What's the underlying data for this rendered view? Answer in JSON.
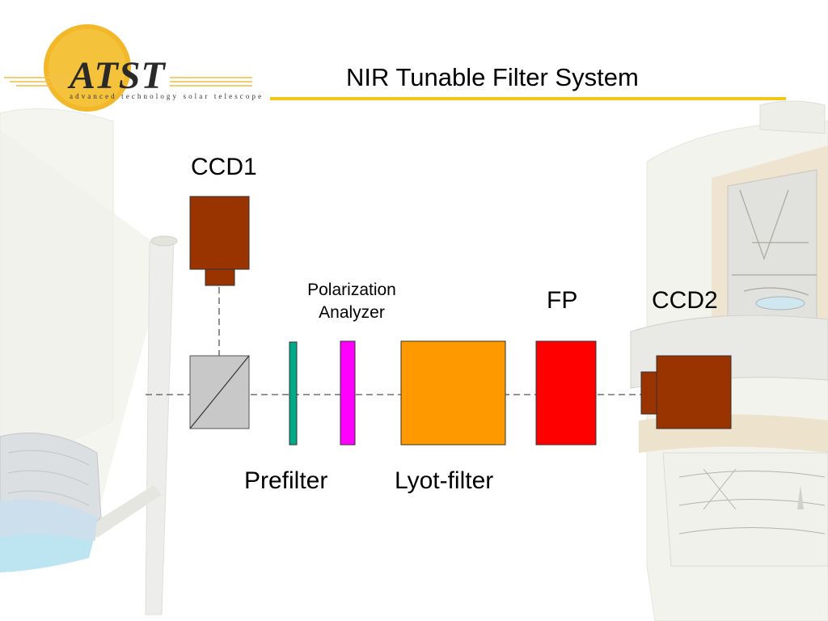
{
  "slide": {
    "title": "NIR Tunable Filter System"
  },
  "logo": {
    "mark": "ATST",
    "tagline": "advanced technology solar telescope",
    "colors": {
      "sun": "#f2b41e",
      "stripes": "#f2c14e"
    }
  },
  "diagram": {
    "ccd1": {
      "label": "CCD1",
      "color": "#993300"
    },
    "ccd2": {
      "label": "CCD2",
      "color": "#993300"
    },
    "fp": {
      "label": "FP",
      "color": "#ff0000"
    },
    "polarization_analyzer": {
      "label": "Polarization Analyzer",
      "color": "#ff00ff"
    },
    "prefilter": {
      "label": "Prefilter",
      "color": "#00aa88"
    },
    "lyot_filter": {
      "label": "Lyot-filter",
      "color": "#ff9900"
    },
    "beamsplitter": {
      "color": "#c8c8c8"
    }
  },
  "accent": {
    "underline": "#f5c518"
  }
}
